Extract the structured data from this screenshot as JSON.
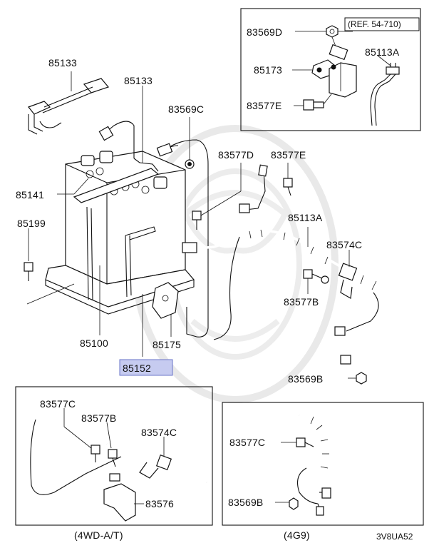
{
  "colors": {
    "ink": "#111111",
    "highlight_fill": "#c6cbf0",
    "highlight_border": "#6a74c9",
    "watermark": "#e9e9e9"
  },
  "labels": {
    "p85133_left": "85133",
    "p85133_right": "85133",
    "p83569C": "83569C",
    "p83577D": "83577D",
    "p83577E_main": "83577E",
    "p85141": "85141",
    "p85199": "85199",
    "p85113A_main": "85113A",
    "p83574C_main": "83574C",
    "p83577B_main": "83577B",
    "p85100": "85100",
    "p85175": "85175",
    "p85152": "85152",
    "p83569B_main": "83569B",
    "inset_top": {
      "p83569D": "83569D",
      "ref": "(REF. 54-710)",
      "p85173": "85173",
      "p85113A": "85113A",
      "p83577E": "83577E"
    },
    "inset_bl": {
      "p83577C": "83577C",
      "p83577B": "83577B",
      "p83574C": "83574C",
      "p83576": "83576",
      "caption": "(4WD-A/T)"
    },
    "inset_br": {
      "p83577C": "83577C",
      "p83569B": "83569B",
      "caption": "(4G9)"
    },
    "code": "3V8UA52"
  }
}
